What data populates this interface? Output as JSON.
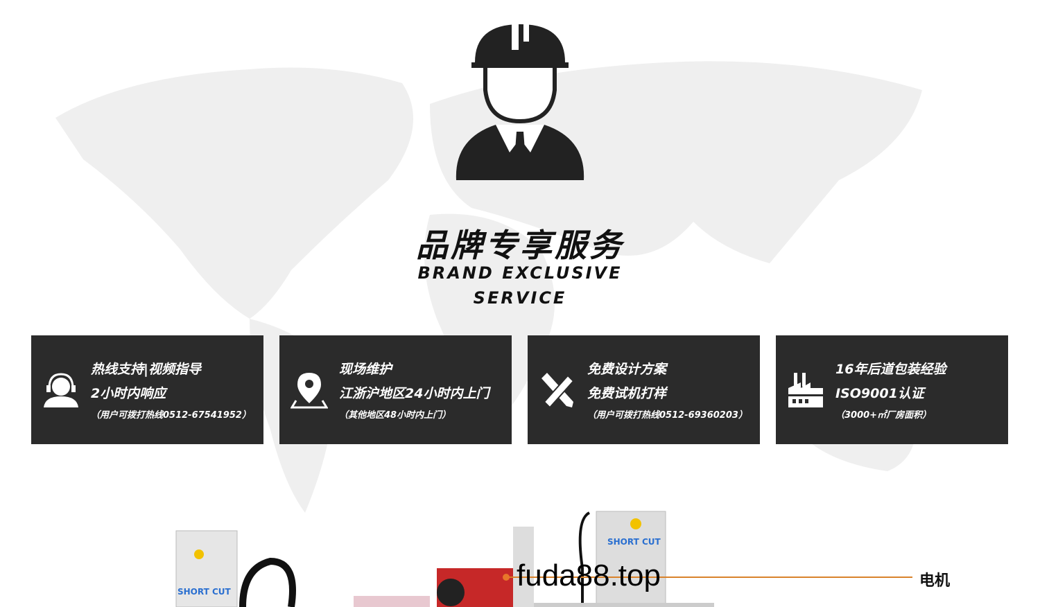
{
  "header": {
    "title_cn": "品牌专享服务",
    "title_en": "BRAND EXCLUSIVE SERVICE"
  },
  "cards": [
    {
      "icon": "customer-service-icon",
      "line1": "热线支持|视频指导",
      "line2": "2小时内响应",
      "line3": "（用户可拨打热线0512-67541952）"
    },
    {
      "icon": "map-pin-icon",
      "line1": "现场维护",
      "line2": "江浙沪地区24小时内上门",
      "line3": "（其他地区48小时内上门）"
    },
    {
      "icon": "ruler-pencil-icon",
      "line1": "免费设计方案",
      "line2": "免费试机打样",
      "line3": "（用户可拨打热线0512-69360203）"
    },
    {
      "icon": "factory-icon",
      "line1": "16年后道包装经验",
      "line2": "ISO9001认证",
      "line3": "（3000+㎡厂房面积）"
    }
  ],
  "product": {
    "callout_label": "电机",
    "watermark": "fuda88.top",
    "brand": "SHORT CUT"
  },
  "colors": {
    "card_bg": "#2b2b2b",
    "callout": "#d9822b",
    "map": "#f0f0f0"
  }
}
